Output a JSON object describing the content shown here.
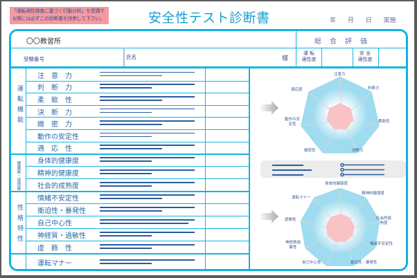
{
  "header": {
    "notice": "「運転適性検査に基づく行動分析」を受講する際には必ずこの診断書を持参して下さい。",
    "title": "安全性テスト診断書",
    "date_labels": [
      "年",
      "月",
      "日",
      "実施"
    ]
  },
  "info": {
    "school": "〇〇教習所",
    "overall_label": "総合評価",
    "exam_number_label": "受験番号",
    "name_label": "氏名",
    "honorific": "様",
    "driving_aptitude_label_1": "運 転",
    "driving_aptitude_label_2": "適性度",
    "safety_aptitude_label_1": "安 全",
    "safety_aptitude_label_2": "適性度"
  },
  "groups": [
    {
      "label": "運転機能",
      "items": [
        "注　意　力",
        "判　断　力",
        "柔　軟　性",
        "決　断　力",
        "緻　密　力",
        "動作の安定性",
        "適　応　性"
      ]
    },
    {
      "label": "健康度・成熟度",
      "items": [
        "身体的健康度",
        "精神的健康度",
        "社会的成熟度"
      ]
    },
    {
      "label": "性格特性",
      "items": [
        "情緒不安定性",
        "衝迫性・暴発性",
        "自己中心性",
        "神経質・過敏性",
        "虚　飾　性"
      ]
    },
    {
      "label": "",
      "items": [
        "運転マナー"
      ]
    }
  ],
  "bars": {
    "full": 137,
    "short_widths": [
      90,
      75,
      90,
      75,
      90,
      75,
      90,
      75,
      75,
      75,
      90,
      90,
      128,
      75,
      75
    ]
  },
  "chart_top": {
    "type": "radar",
    "axes": [
      "注意力",
      "判断力",
      "柔軟性",
      "決断力",
      "緻密性",
      "動作の安定性",
      "適応度"
    ],
    "colors": {
      "outer": "#9fdcef",
      "inner": "#f9c3c6",
      "spokes": "#d8d8d8"
    }
  },
  "chart_bottom": {
    "type": "radar",
    "axes": [
      "身体的健康度",
      "精神的健康度",
      "社会的成熟度",
      "情緒不安定性",
      "衝迫性・暴発性",
      "自己中心性",
      "神経質過敏性",
      "虚飾性",
      "運転マナー"
    ]
  },
  "colors": {
    "frame": "#12b4e0",
    "text": "#2a6aa8",
    "bar": "#2a5b9c",
    "notice_bg": "#f59a9f"
  }
}
